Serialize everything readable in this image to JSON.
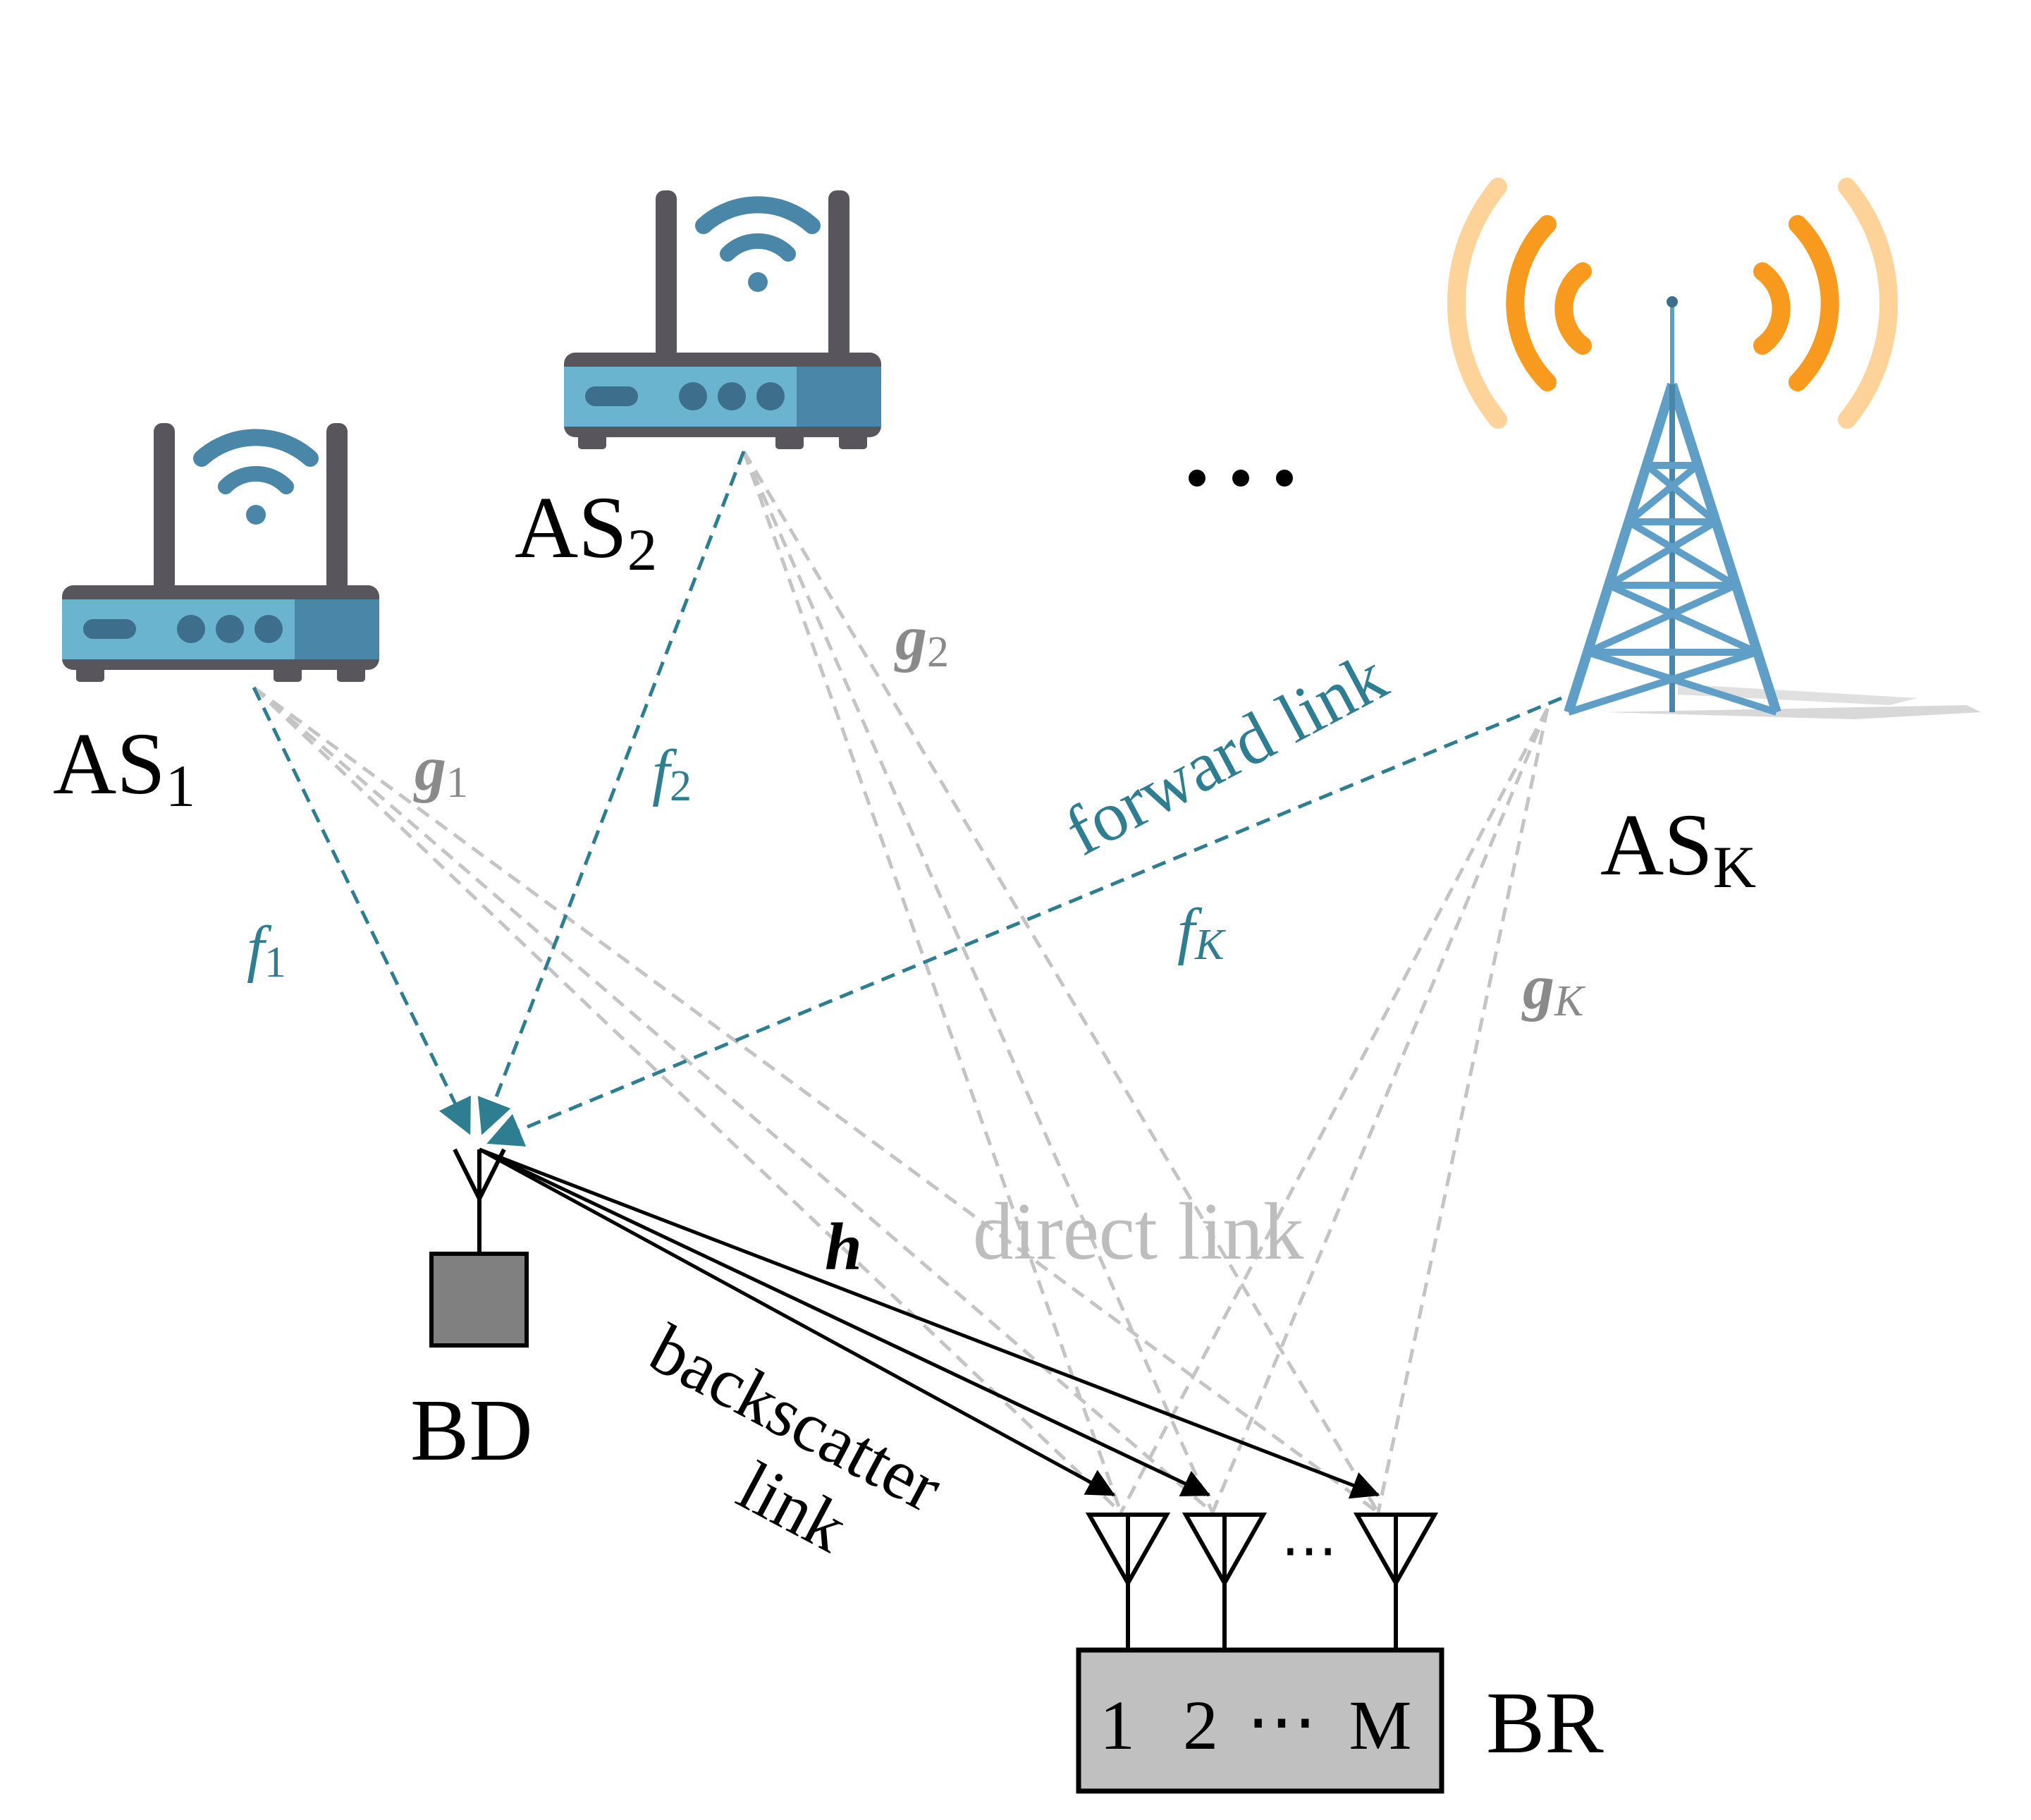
{
  "nodes": {
    "as1": {
      "label": "AS",
      "sub": "1"
    },
    "as2": {
      "label": "AS",
      "sub": "2"
    },
    "ask": {
      "label": "AS",
      "sub": "K"
    },
    "bd": {
      "label": "BD"
    },
    "br": {
      "label": "BR",
      "antenna_numbers": [
        "1",
        "2",
        "⋯",
        "M"
      ]
    },
    "ellipsis": "•••",
    "antenna_ellipsis": "⋯"
  },
  "links": {
    "f1": {
      "sym": "f",
      "sub": "1"
    },
    "f2": {
      "sym": "f",
      "sub": "2"
    },
    "fK": {
      "sym": "f",
      "sub": "K"
    },
    "g1": {
      "sym": "g",
      "sub": "1"
    },
    "g2": {
      "sym": "g",
      "sub": "2"
    },
    "gK": {
      "sym": "g",
      "sub": "K"
    },
    "h": "h",
    "forward_link": "forward link",
    "direct_link": "direct link",
    "backscatter_1": "backscatter",
    "backscatter_2": "link"
  },
  "colors": {
    "forward": "#2e7d91",
    "direct": "#c4c4c4",
    "backscatter": "#000000",
    "router_body": "#6bb4cf",
    "router_dark": "#4a86a8",
    "router_antenna": "#58555c",
    "wifi": "#4a86a8",
    "tower": "#5f9ec7",
    "signal_inner": "#f79a1e",
    "signal_outer": "#fdd39a",
    "bd_box": "#808080",
    "br_box": "#c0c0c0"
  },
  "icons": [
    "router-icon",
    "wifi-icon",
    "cell-tower-icon",
    "signal-wave-icon",
    "antenna-icon"
  ]
}
